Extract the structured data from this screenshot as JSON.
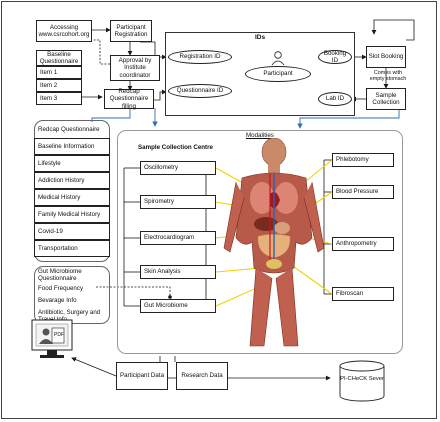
{
  "top": {
    "accessing": "Accessing www.csrcohort.org",
    "participant_registration": "Participant Registration",
    "approval": "Approval by Institute coordinator",
    "redcap_filling": "Redcap Questionnaire filling"
  },
  "baseline": {
    "title": "Baseline Questionnaire",
    "items": [
      "Item 1",
      "Item 2",
      "Item 3"
    ]
  },
  "ids": {
    "title": "IDs",
    "registration_id": "Registration ID",
    "questionnaire_id": "Questionnaire ID",
    "participant": "Participant",
    "booking_id": "Booking ID",
    "lab_id": "Lab ID"
  },
  "right": {
    "slot_booking": "Slot Booking",
    "comes_empty": "Comes with empty stomach",
    "sample_collection": "Sample Collection"
  },
  "redcap": {
    "title": "Redcap Questionnaire",
    "items": [
      "Baseline Information",
      "Lifestyle",
      "Addiction History",
      "Medical History",
      "Family Medical History",
      "Covid-19",
      "Transportation"
    ]
  },
  "gut": {
    "title": "Gut Microbiome Questionnaire",
    "items": [
      "Food Frequency",
      "Bevarage Info",
      "Antibiotic, Surgery and Travel Info"
    ]
  },
  "modalities": {
    "title": "Modalities",
    "centre": "Sample Collection Centre",
    "left_items": [
      "Oscillometry",
      "Spirometry",
      "Electrocardiogram",
      "Skin Analysis",
      "Gut Microbiome"
    ],
    "right_items": [
      "Phlebotomy",
      "Blood Pressure",
      "Anthropometry",
      "Fibroscan"
    ]
  },
  "bottom": {
    "pdf": "PDF",
    "participant_data": "Participant Data",
    "research_data": "Research Data",
    "server": "PI-CHeCK Sever"
  },
  "colors": {
    "wire": "#1a1a1a",
    "blue": "#2f6fb3",
    "yellow": "#f2d200",
    "border": "#888888"
  }
}
